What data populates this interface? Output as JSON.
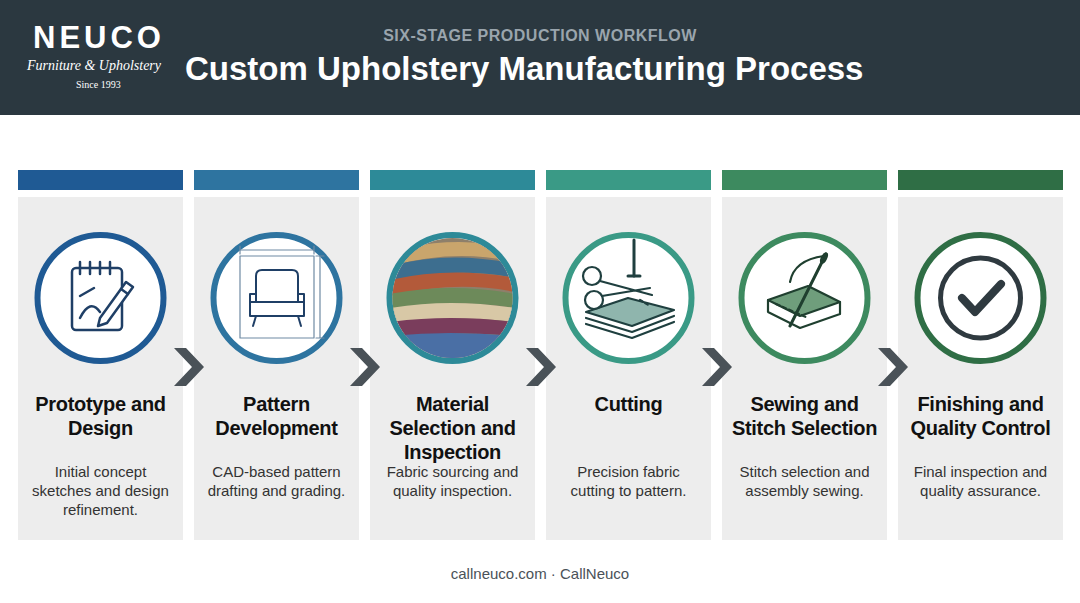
{
  "diagram": {
    "title": "Custom Upholstery Manufacturing Process",
    "nodes": [
      {
        "text": [
          "Prototype and Design",
          "Initial concept sketches and design refinement."
        ]
      },
      {
        "text": [
          "Pattern Development",
          "CAD-based pattern drafting and grading."
        ]
      },
      {
        "text": [
          "Material Selection and Inspection",
          "Fabric sourcing and quality inspection."
        ]
      },
      {
        "text": [
          "Cutting",
          "Precision fabric cutting to pattern."
        ]
      },
      {
        "text": [
          "Sewing and Stitch Selection",
          "Stitch selection and assembly sewing."
        ]
      },
      {
        "text": [
          "Finishing and Quality Control",
          "Final inspection and quality assurance."
        ]
      }
    ],
    "edges": [
      {
        "from": 0,
        "to": 1,
        "arrow": "to"
      },
      {
        "from": 1,
        "to": 2,
        "arrow": "to"
      },
      {
        "from": 2,
        "to": 3,
        "arrow": "to"
      },
      {
        "from": 3,
        "to": 4,
        "arrow": "to"
      },
      {
        "from": 4,
        "to": 5,
        "arrow": "to"
      }
    ],
    "labels": [
      "NEUCO",
      "Furniture & Upholstery",
      "Since 1993",
      "SIX-STAGE PRODUCTION WORKFLOW",
      "callneuco.com · CallNeuco"
    ]
  }
}
